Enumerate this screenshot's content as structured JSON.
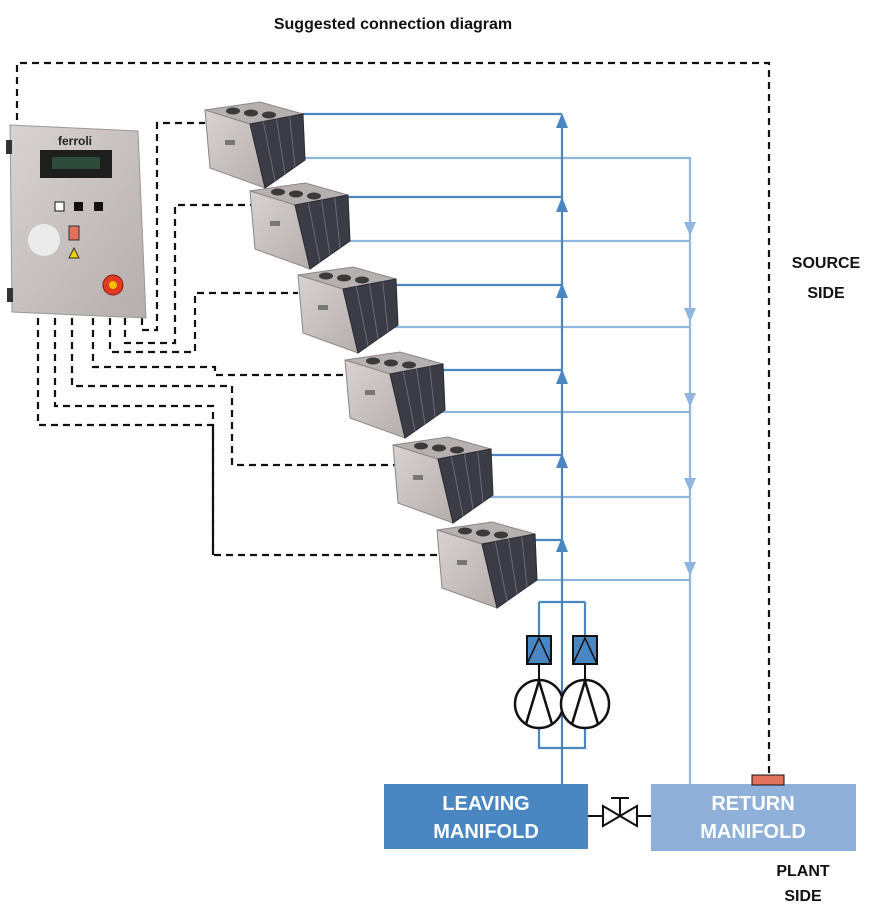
{
  "title": "Suggested connection diagram",
  "panel": {
    "brand": "ferroli"
  },
  "labels": {
    "source_side": [
      "SOURCE",
      "SIDE"
    ],
    "plant_side": [
      "PLANT",
      "SIDE"
    ]
  },
  "manifolds": {
    "leaving": [
      "LEAVING",
      "MANIFOLD"
    ],
    "return": [
      "RETURN",
      "MANIFOLD"
    ]
  },
  "colors": {
    "leaving_line": "#4a87c2",
    "return_line": "#8fb6de",
    "leaving_manifold": "#4a87c2",
    "return_manifold": "#8fb0d8",
    "sensor": "#e2725b",
    "dashed": "#111111",
    "chiller_body": "#c9c2c0",
    "chiller_top": "#aaa3a3"
  },
  "chillers": [
    {
      "name": "chiller-1"
    },
    {
      "name": "chiller-2"
    },
    {
      "name": "chiller-3"
    },
    {
      "name": "chiller-4"
    },
    {
      "name": "chiller-5"
    },
    {
      "name": "chiller-6"
    }
  ],
  "pumps": [
    {
      "name": "pump-1"
    },
    {
      "name": "pump-2"
    }
  ]
}
